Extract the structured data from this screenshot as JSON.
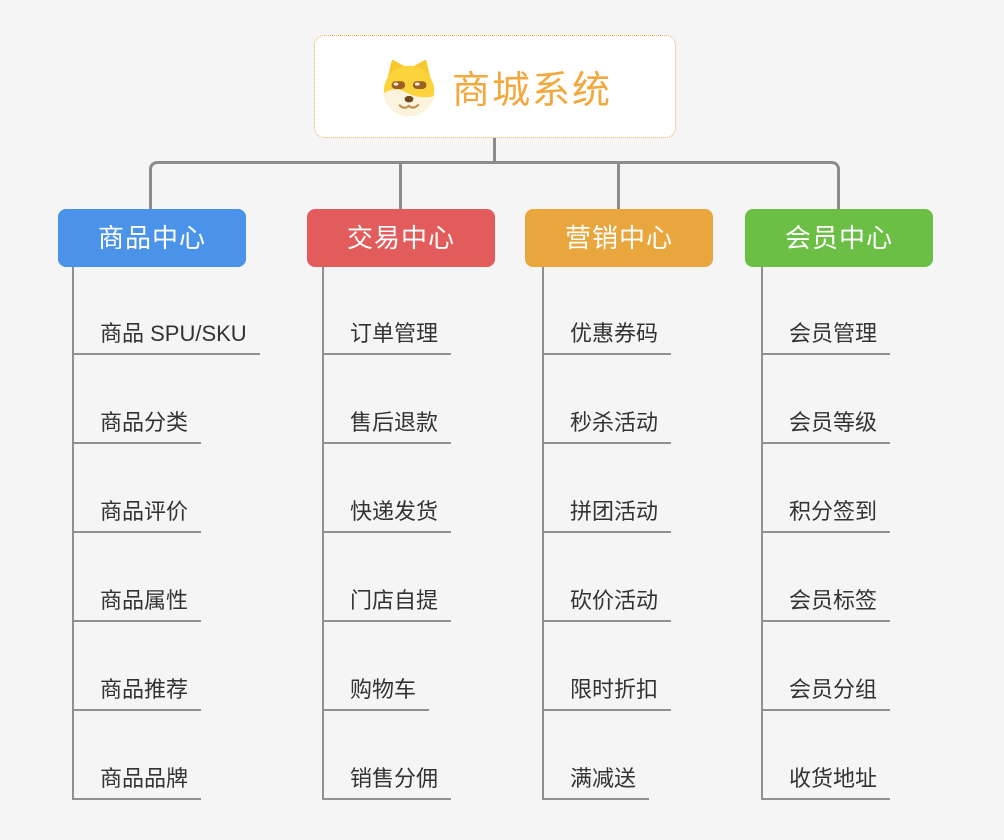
{
  "canvas": {
    "background": "#f5f5f6",
    "connector_color": "#8c8c8c"
  },
  "root": {
    "title": "商城系统",
    "icon": "doge-icon",
    "text_color": "#f2a83c",
    "border_color": "#f0ad4e",
    "background": "#ffffff"
  },
  "branches": [
    {
      "label": "商品中心",
      "color": "#4a93e8",
      "items": [
        "商品 SPU/SKU",
        "商品分类",
        "商品评价",
        "商品属性",
        "商品推荐",
        "商品品牌"
      ]
    },
    {
      "label": "交易中心",
      "color": "#e25c5c",
      "items": [
        "订单管理",
        "售后退款",
        "快递发货",
        "门店自提",
        "购物车",
        "销售分佣"
      ]
    },
    {
      "label": "营销中心",
      "color": "#e9a63c",
      "items": [
        "优惠券码",
        "秒杀活动",
        "拼团活动",
        "砍价活动",
        "限时折扣",
        "满减送"
      ]
    },
    {
      "label": "会员中心",
      "color": "#6bbf45",
      "items": [
        "会员管理",
        "会员等级",
        "积分签到",
        "会员标签",
        "会员分组",
        "收货地址"
      ]
    }
  ]
}
